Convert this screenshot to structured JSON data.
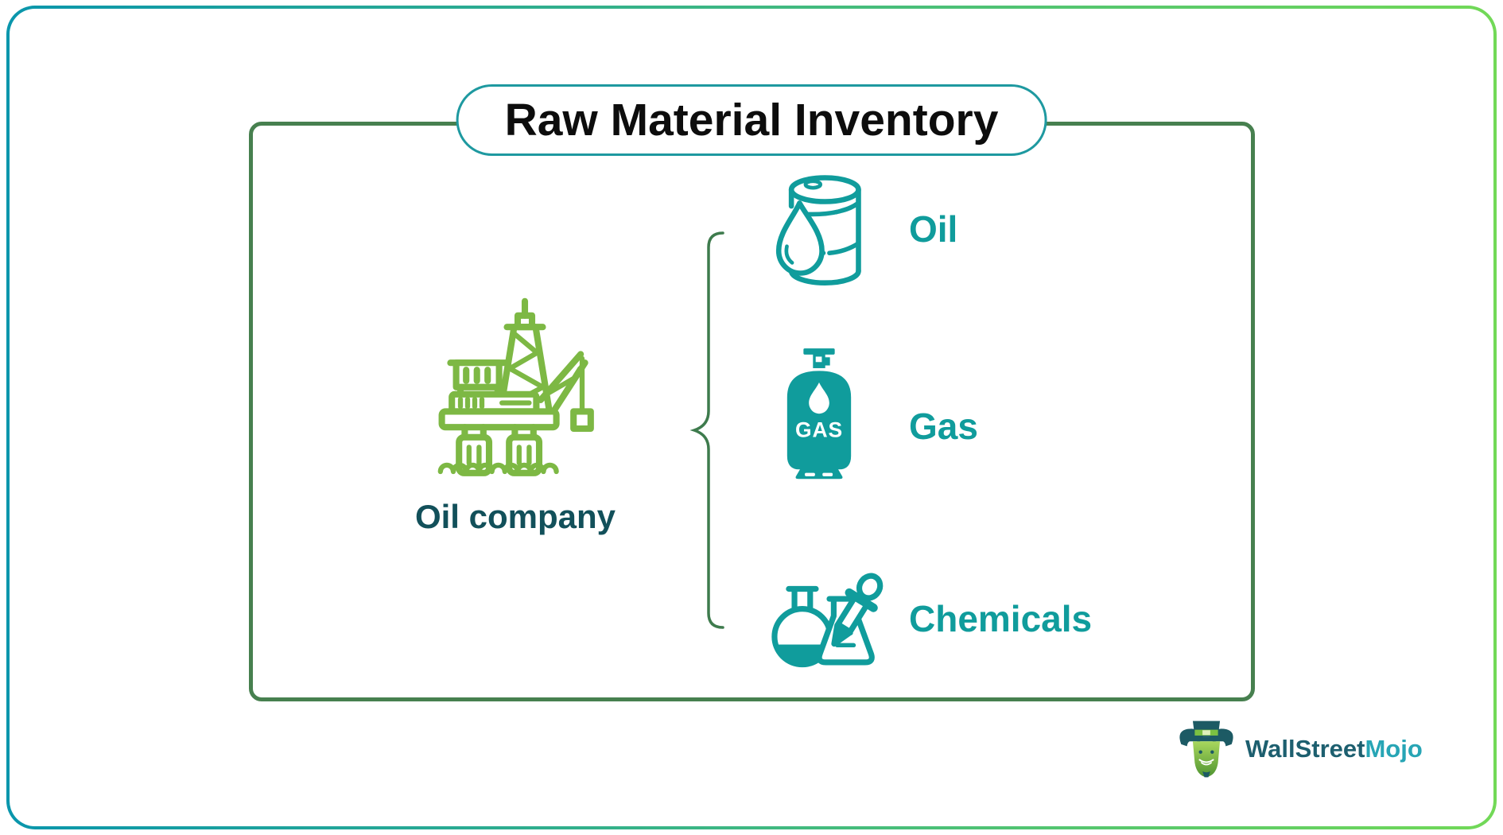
{
  "title": "Raw Material Inventory",
  "source": {
    "label": "Oil company",
    "icon": "oil-rig-icon"
  },
  "materials": [
    {
      "label": "Oil",
      "icon": "oil-barrel-icon"
    },
    {
      "label": "Gas",
      "icon": "gas-cylinder-icon",
      "icon_text": "GAS"
    },
    {
      "label": "Chemicals",
      "icon": "chemistry-flasks-icon"
    }
  ],
  "branding": {
    "name_primary": "WallStreet",
    "name_accent": "Mojo",
    "icon": "wallstreetmojo-bull-icon"
  },
  "colors": {
    "frame-teal": "#0a96ac",
    "frame-green": "#72d957",
    "inner-border": "#47804f",
    "brace": "#3e7b4d",
    "teal": "#109c9c",
    "rig-green": "#7db844",
    "dark-label": "#12505a",
    "pill-border": "#1e99a0",
    "title-text": "#0d0d0d",
    "logo-dark": "#1d5f6f",
    "logo-accent": "#27a5b5"
  }
}
